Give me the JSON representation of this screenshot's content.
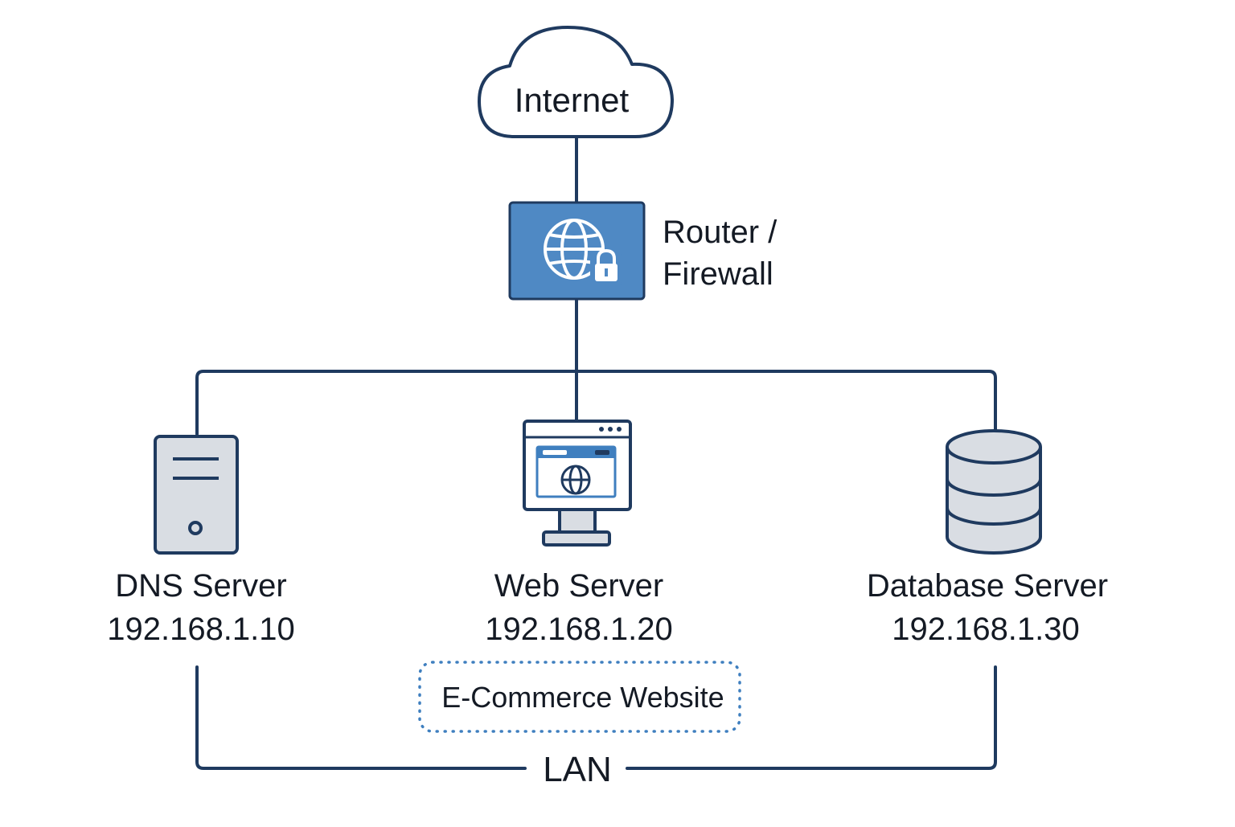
{
  "colors": {
    "line": "#1f3a5f",
    "router_fill": "#4f89c4",
    "device_fill": "#d9dde3",
    "accent_blue": "#3f7fbf",
    "text": "#141a24"
  },
  "internet": {
    "label": "Internet",
    "icon": "cloud-icon"
  },
  "router": {
    "label_line1": "Router /",
    "label_line2": "Firewall",
    "icon": "globe-lock-icon"
  },
  "servers": [
    {
      "name": "DNS Server",
      "ip": "192.168.1.10",
      "icon": "server-tower-icon"
    },
    {
      "name": "Web Server",
      "ip": "192.168.1.20",
      "icon": "web-monitor-icon"
    },
    {
      "name": "Database Server",
      "ip": "192.168.1.30",
      "icon": "database-icon"
    }
  ],
  "website_badge": {
    "label": "E-Commerce Website"
  },
  "lan": {
    "label": "LAN"
  }
}
